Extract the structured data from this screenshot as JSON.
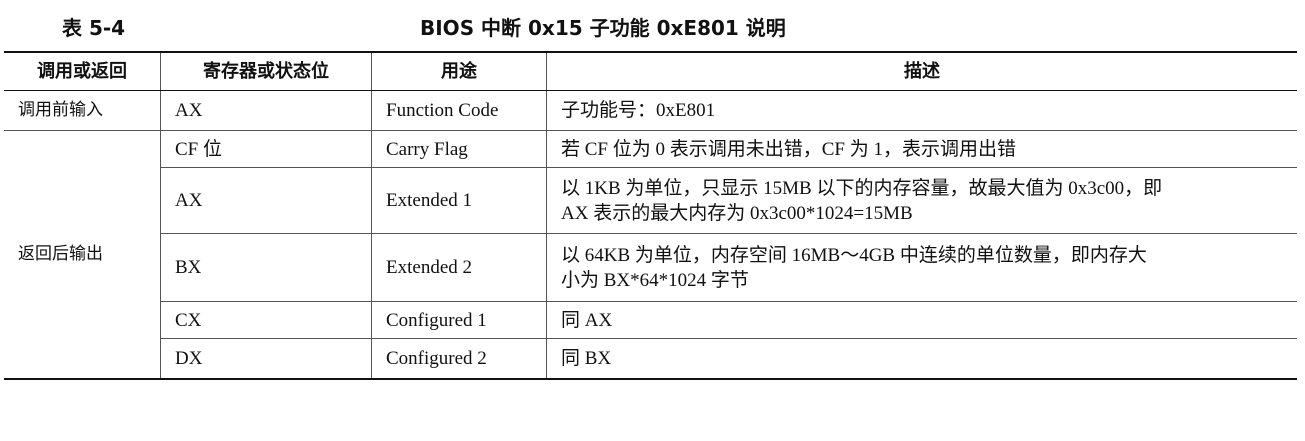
{
  "caption": {
    "number": "表 5-4",
    "title": "BIOS 中断 0x15 子功能 0xE801 说明"
  },
  "table": {
    "headers": [
      "调用或返回",
      "寄存器或状态位",
      "用途",
      "描述"
    ],
    "groups": {
      "input": "调用前输入",
      "output": "返回后输出"
    },
    "rows": [
      {
        "register": "AX",
        "purpose": "Function Code",
        "description": "子功能号：0xE801"
      },
      {
        "register": "CF 位",
        "purpose": "Carry Flag",
        "description": "若 CF 位为 0 表示调用未出错，CF 为 1，表示调用出错"
      },
      {
        "register": "AX",
        "purpose": "Extended 1",
        "description": [
          "以 1KB 为单位，只显示 15MB 以下的内存容量，故最大值为 0x3c00，即",
          "AX 表示的最大内存为 0x3c00*1024=15MB"
        ]
      },
      {
        "register": "BX",
        "purpose": "Extended 2",
        "description": [
          "以 64KB 为单位，内存空间 16MB～4GB 中连续的单位数量，即内存大",
          "小为 BX*64*1024 字节"
        ]
      },
      {
        "register": "CX",
        "purpose": "Configured 1",
        "description": "同 AX"
      },
      {
        "register": "DX",
        "purpose": "Configured 2",
        "description": "同 BX"
      }
    ]
  }
}
